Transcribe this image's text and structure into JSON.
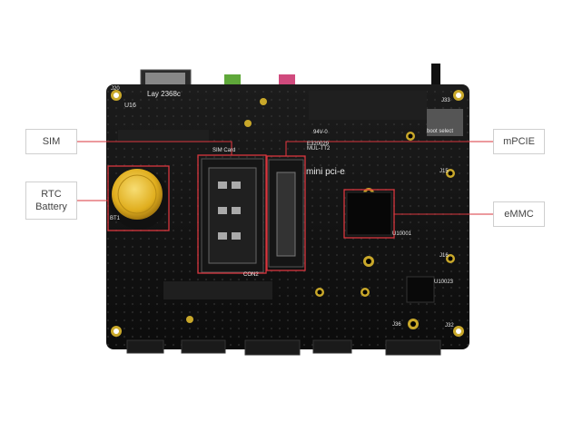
{
  "labels": {
    "sim": "SIM",
    "rtc_line1": "RTC",
    "rtc_line2": "Battery",
    "mpcie": "mPCIE",
    "emmc": "eMMC"
  },
  "board_text": {
    "lay": "Lay 2368c",
    "mini_pcie": "mini pci-e",
    "sim_card": "SIM Card",
    "con2": "CON2",
    "model": "MUL-TT2",
    "code": "E320029",
    "rating": "94V-0",
    "j15": "J15",
    "j16": "J16",
    "j20": "J20",
    "j32": "J32",
    "j36": "J36",
    "j33": "J33",
    "bt1": "BT1",
    "u16": "U16",
    "u10001": "U10001",
    "u10023": "U10023",
    "boot_select": "boot select"
  },
  "colors": {
    "highlight": "#d9363e",
    "board": "#131313",
    "callout_border": "#cfcfcf",
    "battery": "#e9b92a"
  }
}
